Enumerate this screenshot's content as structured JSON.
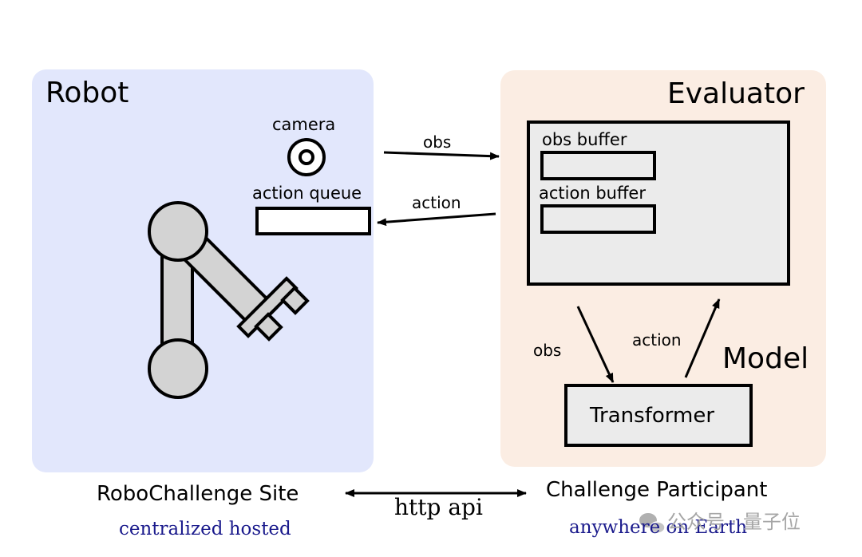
{
  "colors": {
    "robot_panel": "#e2e7fc",
    "evaluator_panel": "#fbede3",
    "buffer_box": "#ebebeb",
    "transformer_box": "#ebebeb",
    "robot_arm": "#d3d3d3",
    "subtitle_text": "#1a1a8c",
    "watermark": "#a6a6a6"
  },
  "robot": {
    "title": "Robot",
    "camera_label": "camera",
    "action_queue_label": "action queue"
  },
  "evaluator": {
    "title": "Evaluator",
    "obs_buffer_label": "obs buffer",
    "action_buffer_label": "action buffer",
    "model_label": "Model",
    "transformer_label": "Transformer",
    "obs_label": "obs",
    "action_label": "action"
  },
  "links": {
    "obs_label": "obs",
    "action_label": "action",
    "http_label": "http api"
  },
  "footer": {
    "left_title": "RoboChallenge Site",
    "left_subtitle": "centralized hosted",
    "right_title": "Challenge Participant",
    "right_subtitle": "anywhere on Earth"
  },
  "watermark": {
    "text": "公众号 · 量子位",
    "icon": "wechat-icon"
  }
}
